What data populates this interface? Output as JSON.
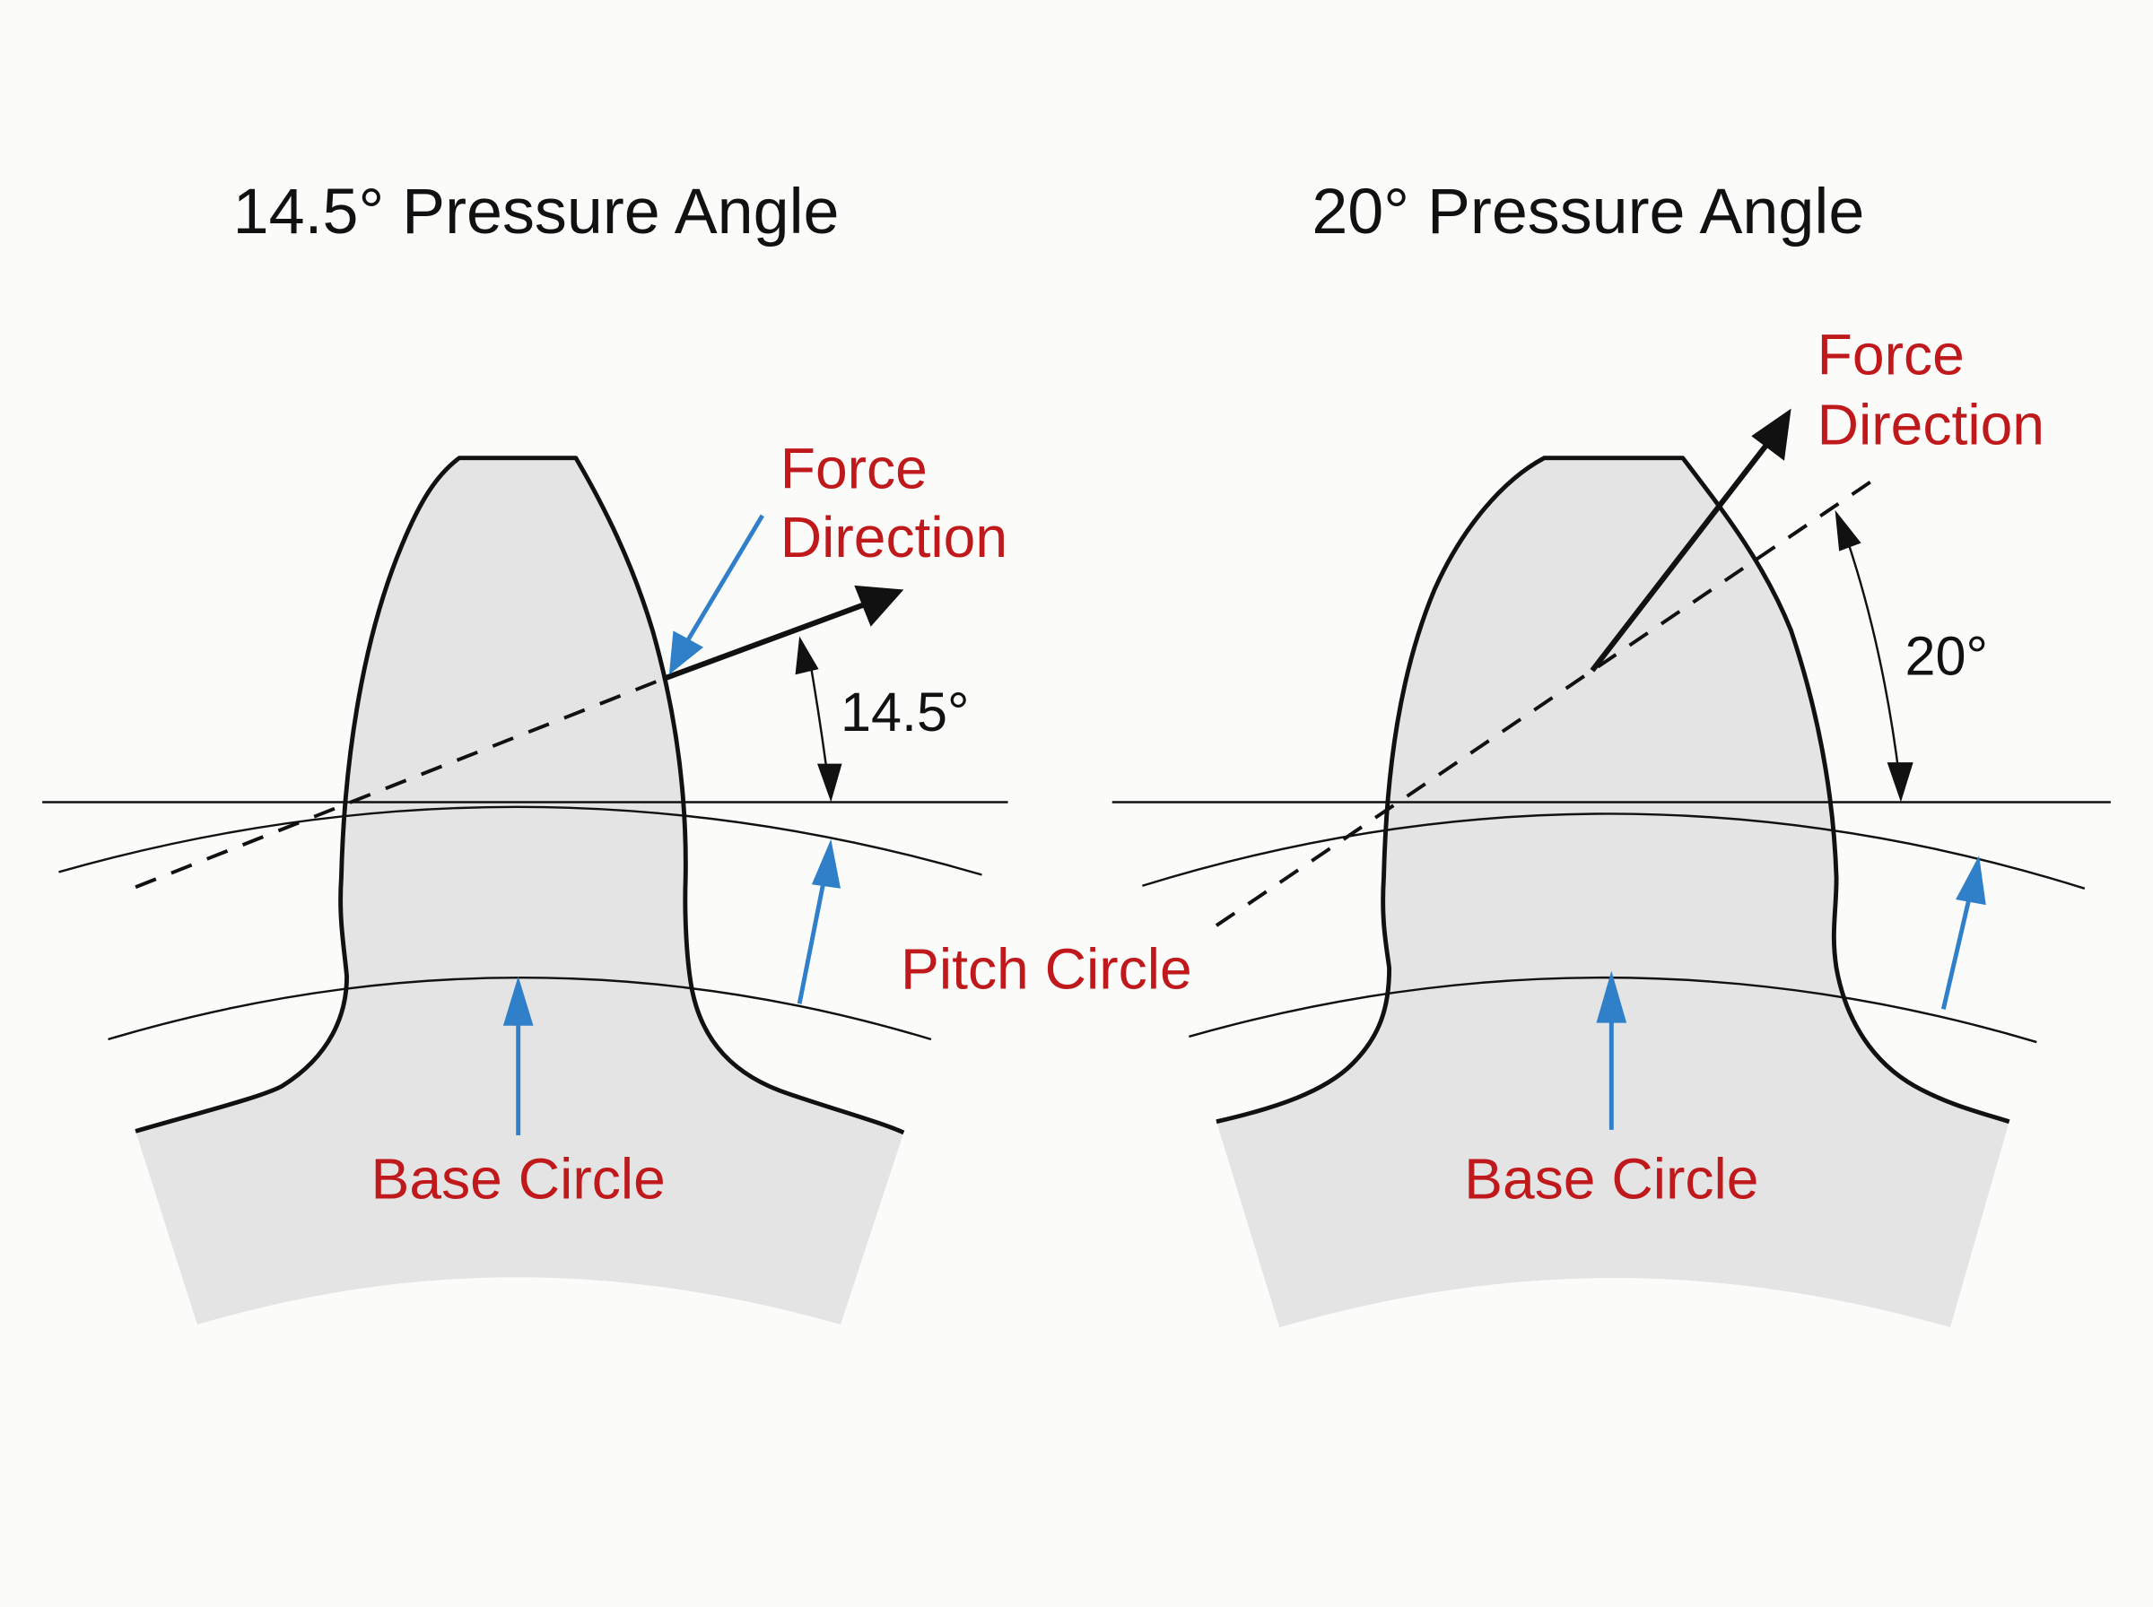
{
  "left_panel": {
    "title": "14.5° Pressure Angle",
    "force_label_line1": "Force",
    "force_label_line2": "Direction",
    "angle_label": "14.5°",
    "base_circle_label": "Base Circle",
    "pressure_angle_deg": 14.5
  },
  "shared": {
    "pitch_circle_label": "Pitch Circle"
  },
  "right_panel": {
    "title": "20° Pressure Angle",
    "force_label_line1": "Force",
    "force_label_line2": "Direction",
    "angle_label": "20°",
    "base_circle_label": "Base Circle",
    "pressure_angle_deg": 20
  },
  "colors": {
    "label_red": "#c0191c",
    "pointer_blue": "#2f7fc9",
    "tooth_fill": "#e4e4e4",
    "line_black": "#111111",
    "background": "#fbfbfa"
  }
}
